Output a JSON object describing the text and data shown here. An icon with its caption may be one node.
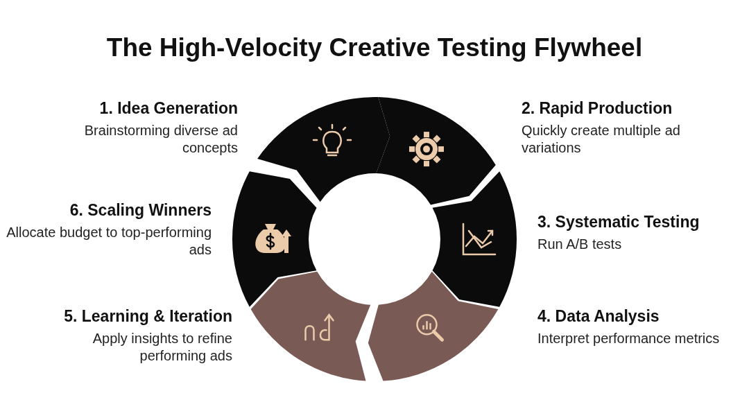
{
  "diagram": {
    "title": "The High-Velocity Creative Testing Flywheel",
    "nodes": [
      {
        "text": [],
        "shape": "arc",
        "beside": [
          "1. Idea Generation",
          "Brainstorming diverse ad concepts"
        ]
      },
      {
        "text": [],
        "shape": "arc",
        "beside": [
          "2. Rapid Production",
          "Quickly create multiple ad variations"
        ]
      },
      {
        "text": [],
        "shape": "arc",
        "beside": [
          "3. Systematic Testing",
          "Run A/B tests"
        ]
      },
      {
        "text": [],
        "shape": "arc",
        "beside": [
          "4. Data Analysis",
          "Interpret performance metrics"
        ]
      },
      {
        "text": [],
        "shape": "arc",
        "beside": [
          "5. Learning & Iteration",
          "Apply insights to refine performing ads"
        ]
      },
      {
        "text": [],
        "shape": "arc",
        "beside": [
          "6. Scaling Winners",
          "Allocate budget to top-performing ads"
        ]
      }
    ]
  }
}
